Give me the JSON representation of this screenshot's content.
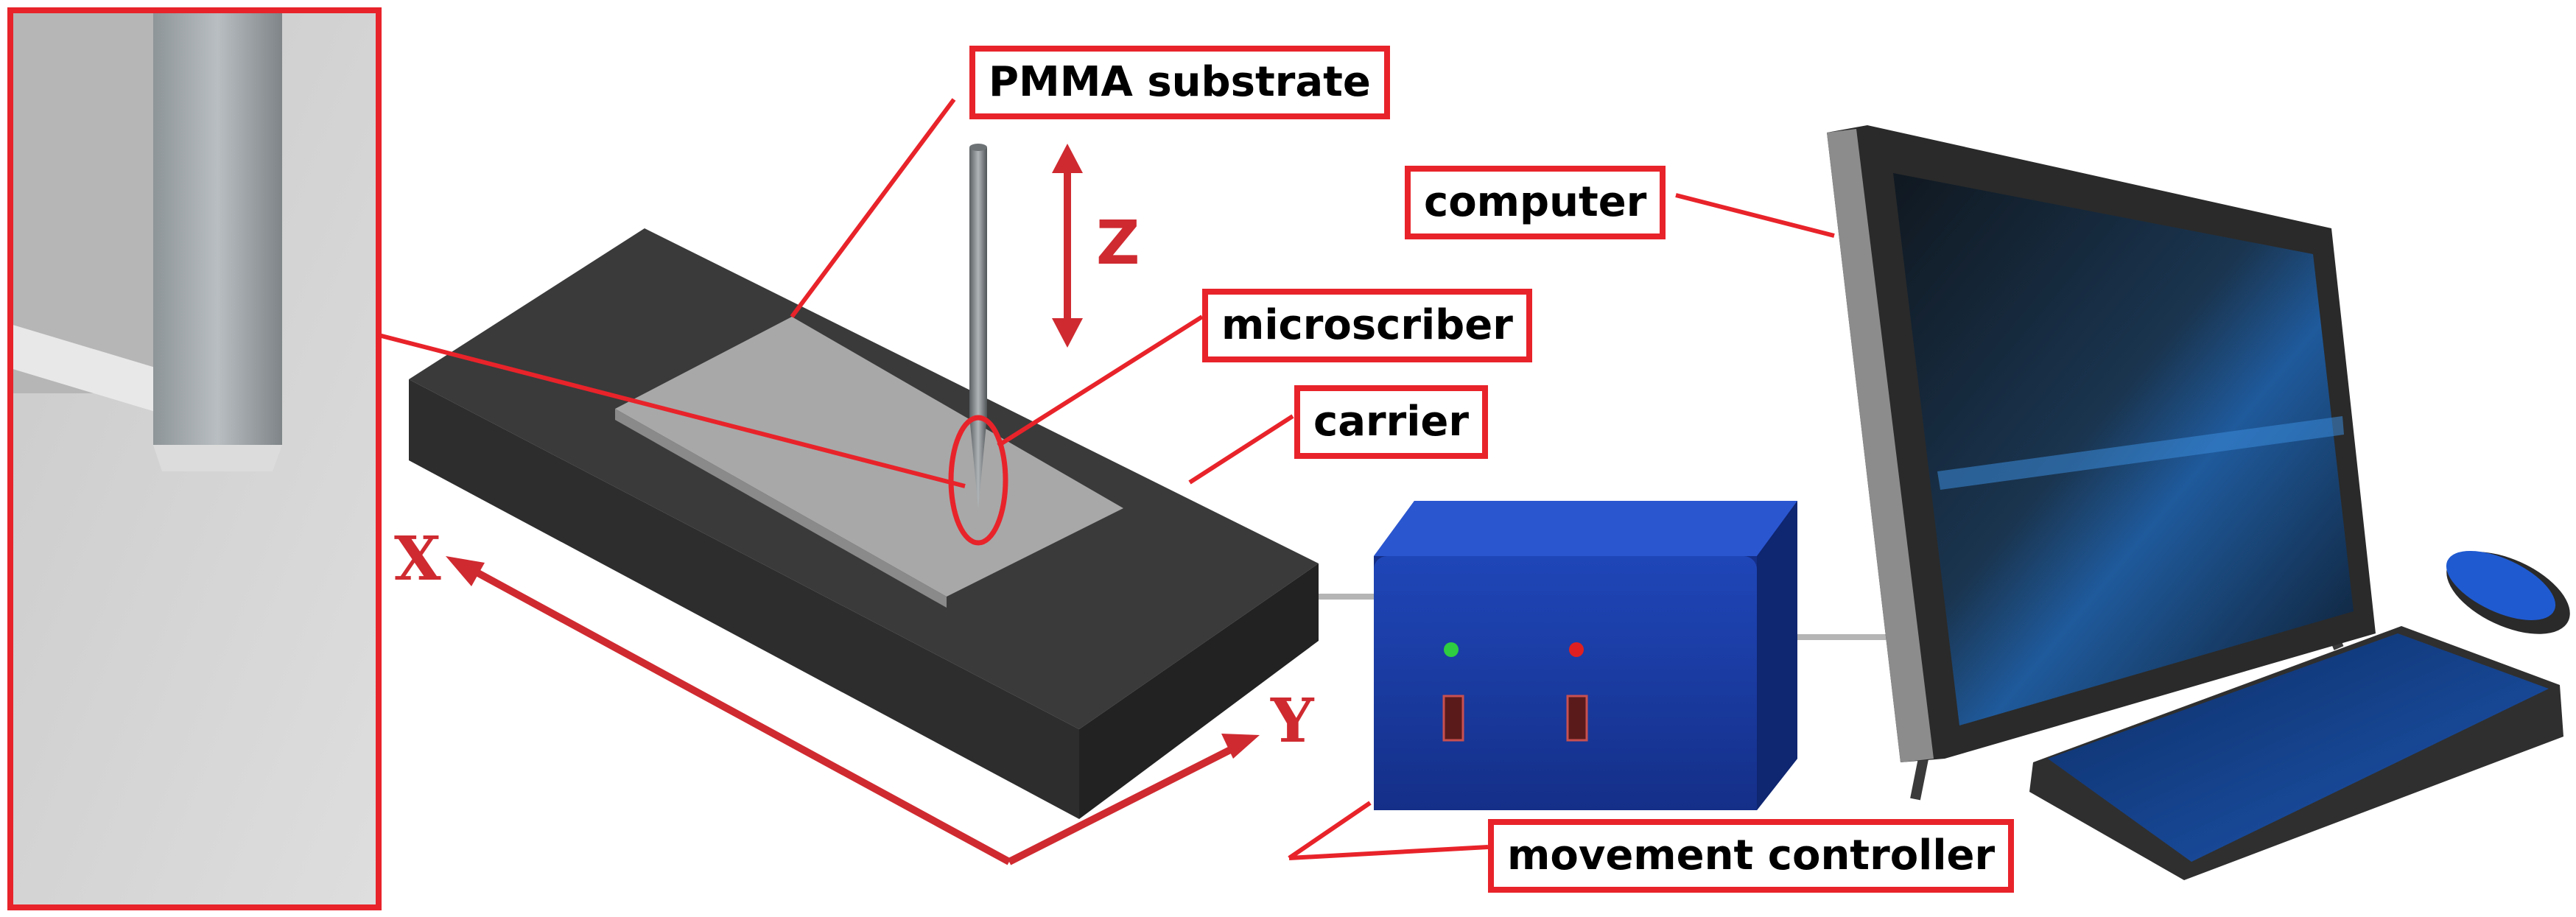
{
  "labels": {
    "pmma_substrate": "PMMA substrate",
    "microscriber": "microscriber",
    "carrier": "carrier",
    "computer": "computer",
    "movement_controller": "movement controller"
  },
  "axes": {
    "x": "X",
    "y": "Y",
    "z": "Z"
  },
  "colors": {
    "annotation_red": "#e8232a",
    "axis_red": "#cf2a30",
    "carrier": "#3a3a3a",
    "substrate": "#a8a8a8",
    "controller_blue": "#1b3fa8",
    "monitor_frame": "#2a2a2a",
    "screen_blue": "#1f5a9c"
  }
}
